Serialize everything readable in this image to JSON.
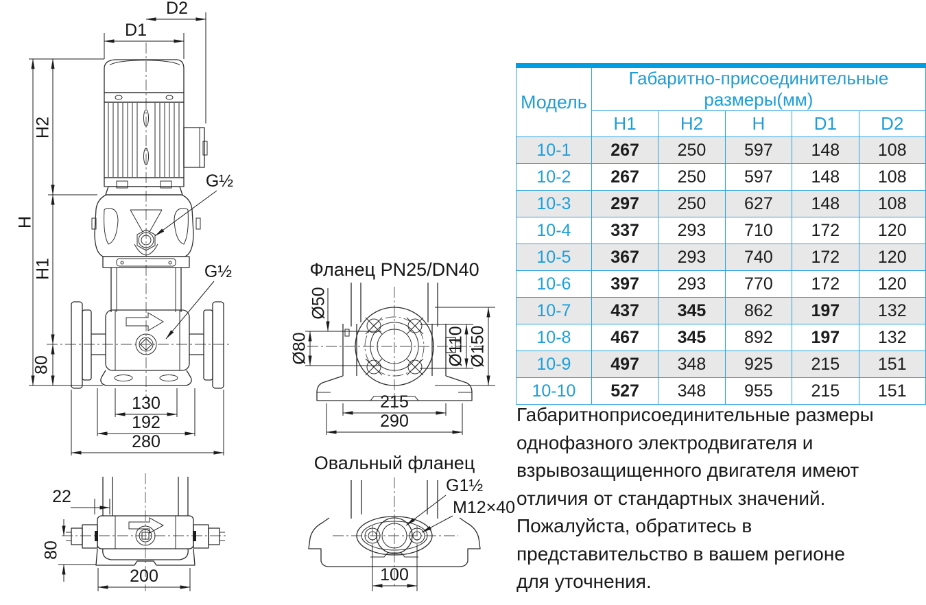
{
  "table": {
    "model_header": "Модель",
    "group_header": "Габаритно-присоединительные размеры(мм)",
    "columns": [
      "H1",
      "H2",
      "H",
      "D1",
      "D2"
    ],
    "rows": [
      {
        "model": "10-1",
        "values": [
          "267",
          "250",
          "597",
          "148",
          "108"
        ],
        "bold": [
          true,
          false,
          false,
          false,
          false
        ]
      },
      {
        "model": "10-2",
        "values": [
          "267",
          "250",
          "597",
          "148",
          "108"
        ],
        "bold": [
          true,
          false,
          false,
          false,
          false
        ]
      },
      {
        "model": "10-3",
        "values": [
          "297",
          "250",
          "627",
          "148",
          "108"
        ],
        "bold": [
          true,
          false,
          false,
          false,
          false
        ]
      },
      {
        "model": "10-4",
        "values": [
          "337",
          "293",
          "710",
          "172",
          "120"
        ],
        "bold": [
          true,
          false,
          false,
          false,
          false
        ]
      },
      {
        "model": "10-5",
        "values": [
          "367",
          "293",
          "740",
          "172",
          "120"
        ],
        "bold": [
          true,
          false,
          false,
          false,
          false
        ]
      },
      {
        "model": "10-6",
        "values": [
          "397",
          "293",
          "770",
          "172",
          "120"
        ],
        "bold": [
          true,
          false,
          false,
          false,
          false
        ]
      },
      {
        "model": "10-7",
        "values": [
          "437",
          "345",
          "862",
          "197",
          "132"
        ],
        "bold": [
          true,
          true,
          false,
          true,
          false
        ]
      },
      {
        "model": "10-8",
        "values": [
          "467",
          "345",
          "892",
          "197",
          "132"
        ],
        "bold": [
          true,
          true,
          false,
          true,
          false
        ]
      },
      {
        "model": "10-9",
        "values": [
          "497",
          "348",
          "925",
          "215",
          "151"
        ],
        "bold": [
          true,
          false,
          false,
          false,
          false
        ]
      },
      {
        "model": "10-10",
        "values": [
          "527",
          "348",
          "955",
          "215",
          "151"
        ],
        "bold": [
          true,
          false,
          false,
          false,
          false
        ]
      }
    ],
    "colors": {
      "accent": "#009EE0",
      "border": "#2AA3DC",
      "header_text": "#1E9ED9",
      "row_alt": "#E8E8E8"
    }
  },
  "note": {
    "text": "Габаритноприсоединительные размеры\nоднофазного электродвигателя и\nвзрывозащищенного двигателя имеют\nотличия от стандартных значений.\nПожалуйста, обратитесь в\nпредставительство в  вашем регионе\nдля уточнения."
  },
  "drawings": {
    "main_view": {
      "dims": {
        "d2": "D2",
        "d1": "D1",
        "h2": "H2",
        "h": "H",
        "h1": "H1",
        "dim80": "80",
        "dim130": "130",
        "dim192": "192",
        "dim280": "280"
      },
      "ports": {
        "g_half_top": "G½",
        "g_half_bottom": "G½"
      }
    },
    "bottom_view": {
      "dims": {
        "dim22": "22",
        "dim80": "80",
        "dim200": "200"
      }
    },
    "flange_round": {
      "title": "Фланец PN25/DN40",
      "dims": {
        "d50": "Ø50",
        "d80": "Ø80",
        "d110": "Ø110",
        "d150": "Ø150",
        "dim215": "215",
        "dim290": "290"
      }
    },
    "flange_oval": {
      "title": "Овальный фланец",
      "labels": {
        "thread": "G1½",
        "bolt": "M12×40"
      },
      "dims": {
        "dim100": "100"
      }
    }
  }
}
